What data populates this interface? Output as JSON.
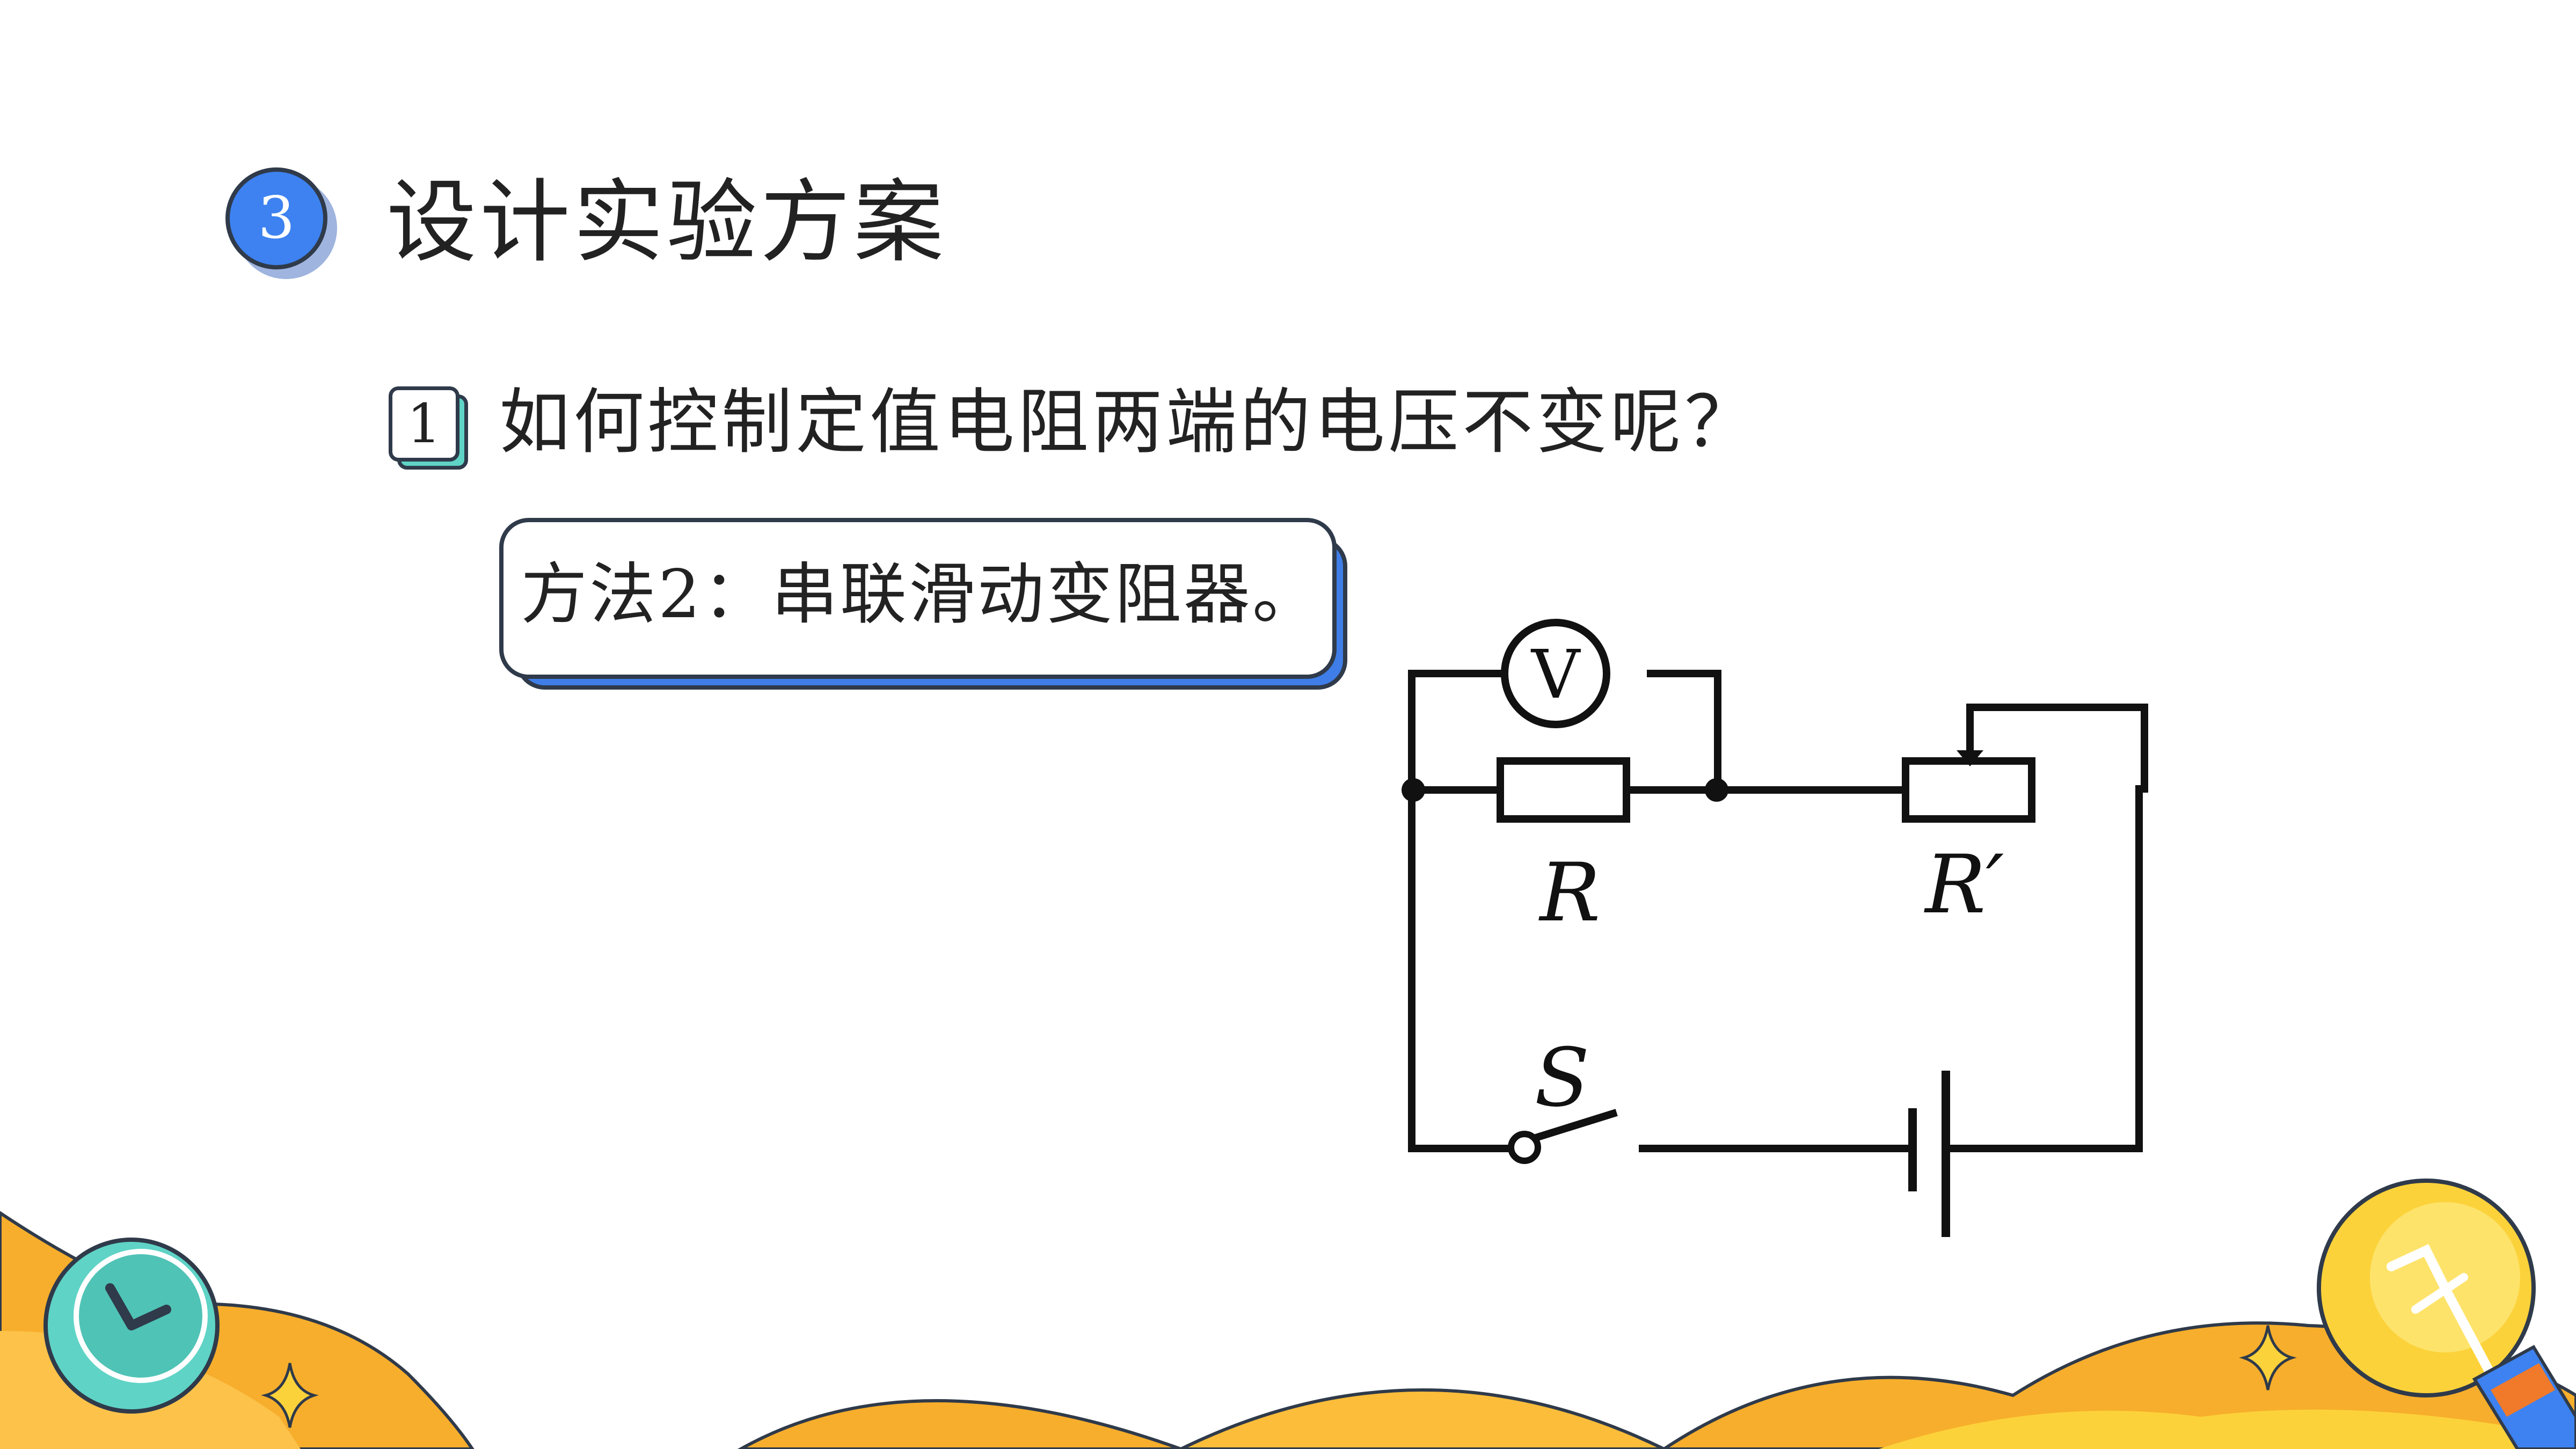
{
  "section": {
    "number": "3",
    "title": "设计实验方案"
  },
  "question": {
    "number": "1",
    "text": "如何控制定值电阻两端的电压不变呢？"
  },
  "method": {
    "text": "方法2：串联滑动变阻器。"
  },
  "circuit": {
    "voltmeter_label": "V",
    "resistor_label": "R",
    "rheostat_label": "R′",
    "switch_label": "S"
  },
  "colors": {
    "accent_blue": "#3d82f0",
    "outline": "#2f3a4a",
    "deco_orange": "#f7ae2c",
    "deco_yellow": "#fcd23a",
    "clock_teal": "#5fd3c6"
  },
  "decor": {
    "clock_icon": "clock-icon",
    "lightbulb_icon": "lightbulb-icon",
    "sparkle_icon": "sparkle-icon"
  }
}
